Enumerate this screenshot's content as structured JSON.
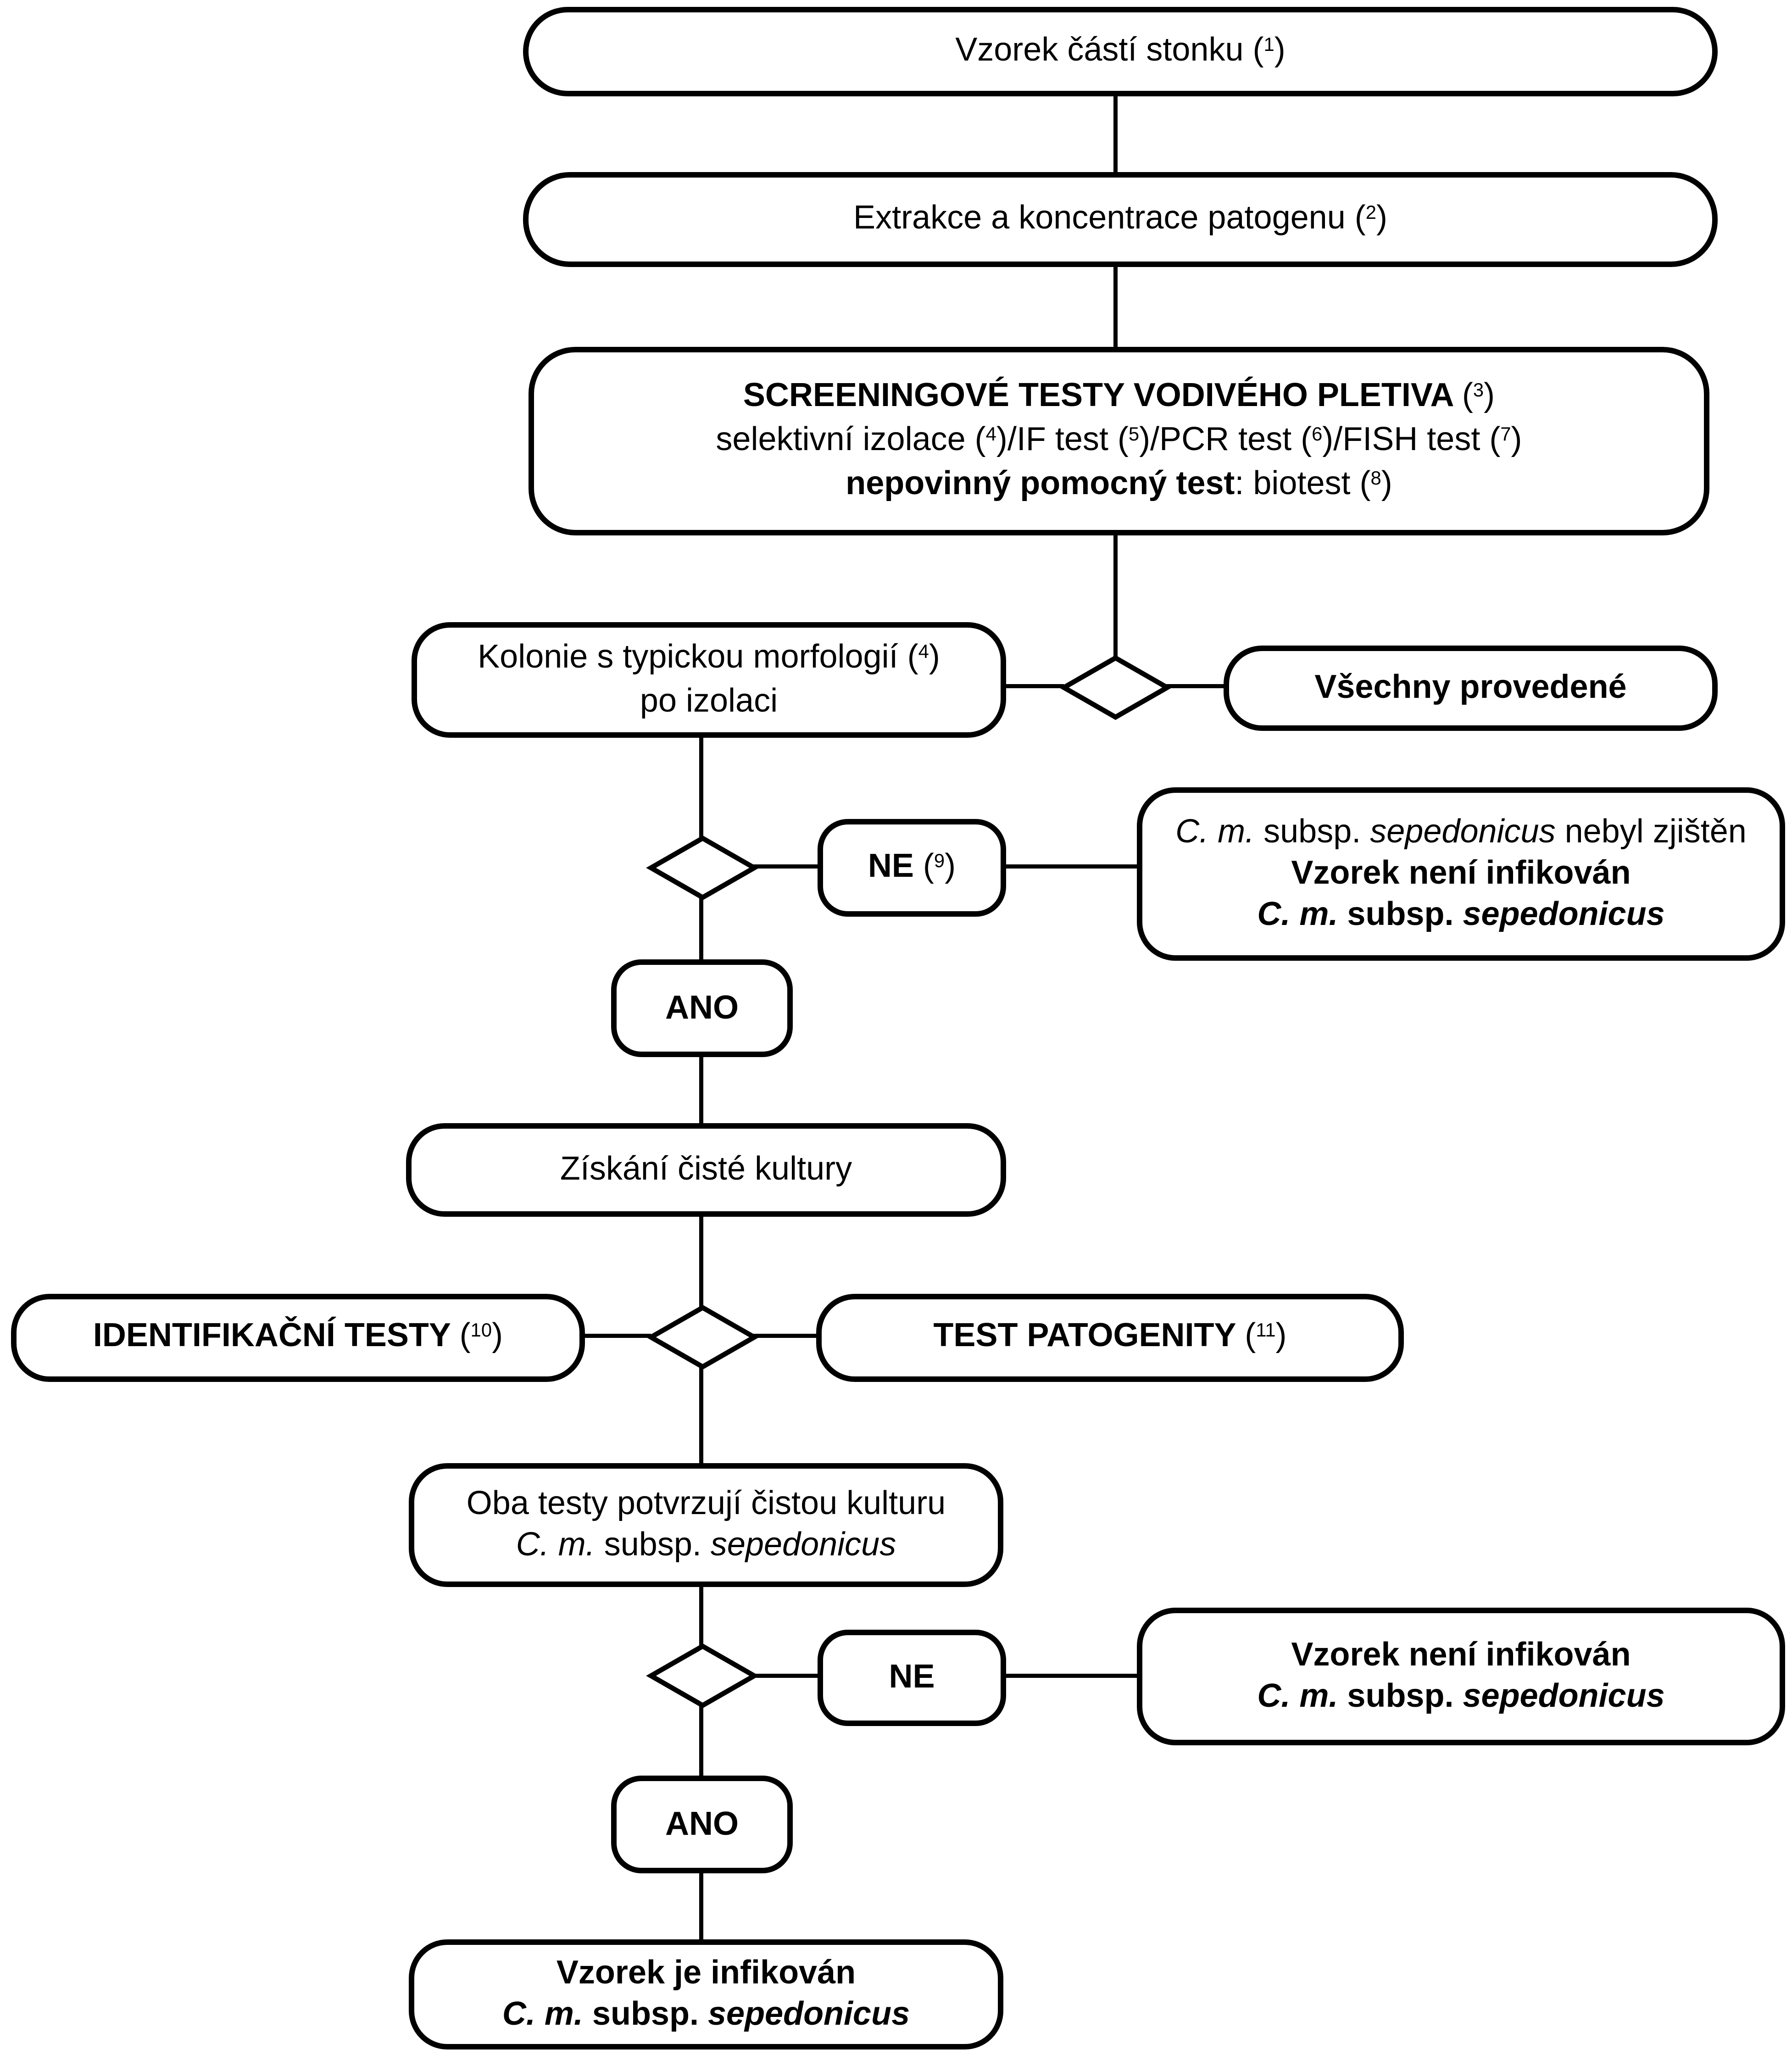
{
  "colors": {
    "stroke": "#000000",
    "background": "#ffffff"
  },
  "diagram_language": "cs",
  "nodes": {
    "sample": {
      "lines": [
        [
          {
            "t": "Vzorek částí stonku ("
          },
          {
            "t": "1",
            "s": "sup"
          },
          {
            "t": ")"
          }
        ]
      ]
    },
    "extraction": {
      "lines": [
        [
          {
            "t": "Extrakce a koncentrace patogenu ("
          },
          {
            "t": "2",
            "s": "sup"
          },
          {
            "t": ")"
          }
        ]
      ]
    },
    "screening": {
      "lines": [
        [
          {
            "t": "SCREENINGOVÉ TESTY VODIVÉHO PLETIVA ",
            "s": "b"
          },
          {
            "t": "("
          },
          {
            "t": "3",
            "s": "sup"
          },
          {
            "t": ")"
          }
        ],
        [
          {
            "t": "selektivní izolace ("
          },
          {
            "t": "4",
            "s": "sup"
          },
          {
            "t": ")/IF test ("
          },
          {
            "t": "5",
            "s": "sup"
          },
          {
            "t": ")/PCR test ("
          },
          {
            "t": "6",
            "s": "sup"
          },
          {
            "t": ")/FISH test ("
          },
          {
            "t": "7",
            "s": "sup"
          },
          {
            "t": ")"
          }
        ],
        [
          {
            "t": "nepovinný pomocný test",
            "s": "b"
          },
          {
            "t": ": biotest ("
          },
          {
            "t": "8",
            "s": "sup"
          },
          {
            "t": ")"
          }
        ]
      ]
    },
    "colonies": {
      "lines": [
        [
          {
            "t": "Kolonie s typickou morfologií ("
          },
          {
            "t": "4",
            "s": "sup"
          },
          {
            "t": ")"
          }
        ],
        [
          {
            "t": "po izolaci"
          }
        ]
      ]
    },
    "all_performed": {
      "lines": [
        [
          {
            "t": "Všechny provedené",
            "s": "b"
          }
        ]
      ]
    },
    "no_1": {
      "lines": [
        [
          {
            "t": "NE",
            "s": "b"
          },
          {
            "t": " ("
          },
          {
            "t": "9",
            "s": "sup"
          },
          {
            "t": ")"
          }
        ]
      ]
    },
    "not_detected": {
      "lines": [
        [
          {
            "t": "C. m.",
            "s": "i"
          },
          {
            "t": " subsp. "
          },
          {
            "t": "sepedonicus",
            "s": "i"
          },
          {
            "t": " nebyl zjištěn"
          }
        ],
        [
          {
            "t": "Vzorek není infikován",
            "s": "b"
          }
        ],
        [
          {
            "t": "C. m.",
            "s": "bi"
          },
          {
            "t": " subsp. ",
            "s": "b"
          },
          {
            "t": "sepedonicus",
            "s": "bi"
          }
        ]
      ]
    },
    "yes_1": {
      "lines": [
        [
          {
            "t": "ANO",
            "s": "b"
          }
        ]
      ]
    },
    "pure_culture": {
      "lines": [
        [
          {
            "t": "Získání čisté kultury"
          }
        ]
      ]
    },
    "identification_tests": {
      "lines": [
        [
          {
            "t": "IDENTIFIKAČNÍ TESTY ",
            "s": "b"
          },
          {
            "t": "("
          },
          {
            "t": "10",
            "s": "sup"
          },
          {
            "t": ")"
          }
        ]
      ]
    },
    "pathogenicity_test": {
      "lines": [
        [
          {
            "t": "TEST PATOGENITY ",
            "s": "b"
          },
          {
            "t": "("
          },
          {
            "t": "11",
            "s": "sup"
          },
          {
            "t": ")"
          }
        ]
      ]
    },
    "both_tests_confirm": {
      "lines": [
        [
          {
            "t": "Oba testy potvrzují čistou kulturu"
          }
        ],
        [
          {
            "t": "C. m.",
            "s": "i"
          },
          {
            "t": " subsp. "
          },
          {
            "t": "sepedonicus",
            "s": "i"
          }
        ]
      ]
    },
    "no_2": {
      "lines": [
        [
          {
            "t": "NE",
            "s": "b"
          }
        ]
      ]
    },
    "not_infected": {
      "lines": [
        [
          {
            "t": "Vzorek není infikován",
            "s": "b"
          }
        ],
        [
          {
            "t": "C. m.",
            "s": "bi"
          },
          {
            "t": " subsp. ",
            "s": "b"
          },
          {
            "t": "sepedonicus",
            "s": "bi"
          }
        ]
      ]
    },
    "yes_2": {
      "lines": [
        [
          {
            "t": "ANO",
            "s": "b"
          }
        ]
      ]
    },
    "infected": {
      "lines": [
        [
          {
            "t": "Vzorek je infikován",
            "s": "b"
          }
        ],
        [
          {
            "t": "C. m.",
            "s": "bi"
          },
          {
            "t": " subsp. ",
            "s": "b"
          },
          {
            "t": "sepedonicus",
            "s": "bi"
          }
        ]
      ]
    }
  }
}
